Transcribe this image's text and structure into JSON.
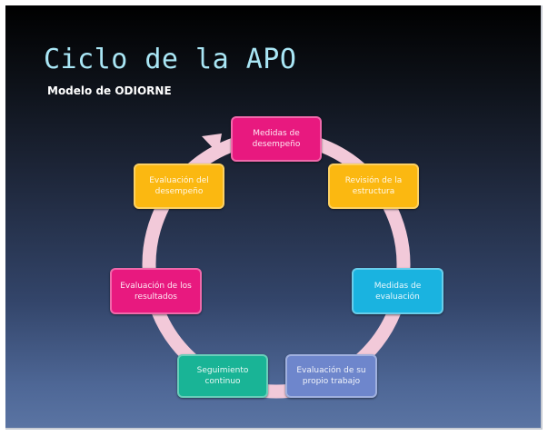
{
  "slide": {
    "title": "Ciclo de la APO",
    "subtitle": "Modelo de ODIORNE"
  },
  "diagram": {
    "type": "cycle",
    "ring_color": "#f2c9d9",
    "steps": [
      {
        "label": "Medidas de desempeño",
        "color": "#e8197f"
      },
      {
        "label": "Revisión de la estructura",
        "color": "#fbb811"
      },
      {
        "label": "Medidas de evaluación",
        "color": "#1ab3e0"
      },
      {
        "label": "Evaluación de su propio trabajo",
        "color": "#6e86cc"
      },
      {
        "label": "Seguimiento continuo",
        "color": "#19b496"
      },
      {
        "label": "Evaluación de los resultados",
        "color": "#e8197f"
      },
      {
        "label": "Evaluación del desempeño",
        "color": "#fbb811"
      }
    ]
  }
}
